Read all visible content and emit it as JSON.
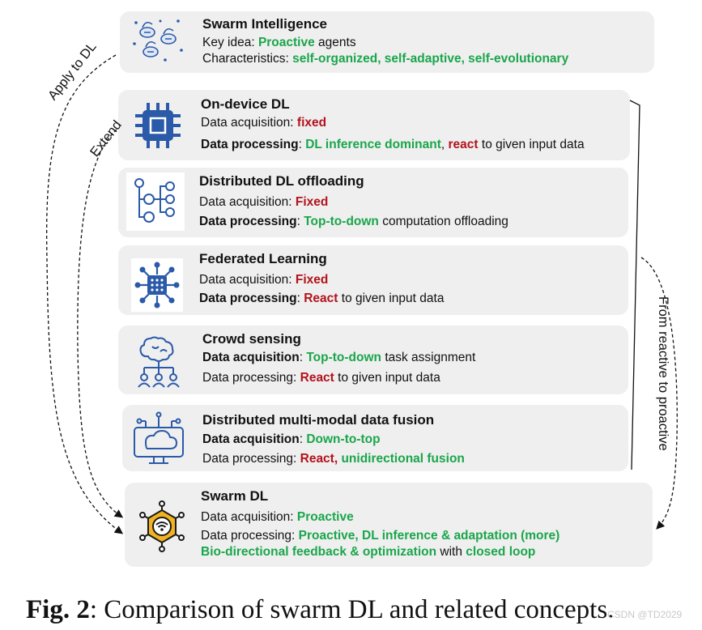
{
  "boxes": {
    "swarm_intelligence": {
      "title": "Swarm Intelligence",
      "l1": {
        "a": "Key idea: ",
        "b": "Proactive",
        "c": " agents"
      },
      "l2": {
        "a": "Characteristics: ",
        "b": "self-organized, self-adaptive, self-evolutionary"
      }
    },
    "on_device": {
      "title": "On-device DL",
      "l1": {
        "a": "Data acquisition: ",
        "b": "fixed"
      },
      "l2": {
        "a": "Data processing",
        "b": ": ",
        "c": "DL inference dominant",
        "d": ", ",
        "e": "react",
        "f": " to given input data"
      }
    },
    "distributed_offloading": {
      "title": "Distributed DL offloading",
      "l1": {
        "a": "Data acquisition: ",
        "b": "Fixed"
      },
      "l2": {
        "a": "Data processing",
        "b": ": ",
        "c": "Top-to-down",
        "d": " computation offloading"
      }
    },
    "federated": {
      "title": "Federated Learning",
      "l1": {
        "a": "Data acquisition: ",
        "b": "Fixed"
      },
      "l2": {
        "a": "Data processing",
        "b": ": ",
        "c": "React",
        "d": " to given input data"
      }
    },
    "crowd": {
      "title": "Crowd sensing",
      "l1": {
        "a": "Data acquisition",
        "b": ": ",
        "c": "Top-to-down",
        "d": " task assignment"
      },
      "l2": {
        "a": "Data processing: ",
        "b": "React",
        "c": " to given input data"
      }
    },
    "fusion": {
      "title": "Distributed multi-modal data fusion",
      "l1": {
        "a": "Data acquisition",
        "b": ": ",
        "c": "Down-to-top"
      },
      "l2": {
        "a": "Data processing: ",
        "b": "React, ",
        "c": "unidirectional fusion"
      }
    },
    "swarm_dl": {
      "title": "Swarm DL",
      "l1": {
        "a": "Data acquisition: ",
        "b": "Proactive"
      },
      "l2": {
        "a": "Data processing: ",
        "b": "Proactive, DL inference & adaptation (more)"
      },
      "l3": {
        "a": "Bio-directional feedback & optimization",
        "b": " with ",
        "c": "closed loop"
      }
    }
  },
  "arrows": {
    "apply": "Apply to DL",
    "extend": "Extend",
    "reactive": "From reactive to proactive"
  },
  "caption": {
    "fig": "Fig. 2",
    "text": ": Comparison of swarm DL and related concepts."
  },
  "watermark": "CSDN @TD2029",
  "icons": [
    "bees-icon",
    "chip-icon",
    "tree-network-icon",
    "federated-chip-icon",
    "crowd-brain-icon",
    "cloud-monitor-icon",
    "swarm-hexagon-icon"
  ],
  "colors": {
    "green": "#1aa64b",
    "red": "#b3121b",
    "box": "#efefef",
    "icon_blue": "#2a5aa8"
  }
}
